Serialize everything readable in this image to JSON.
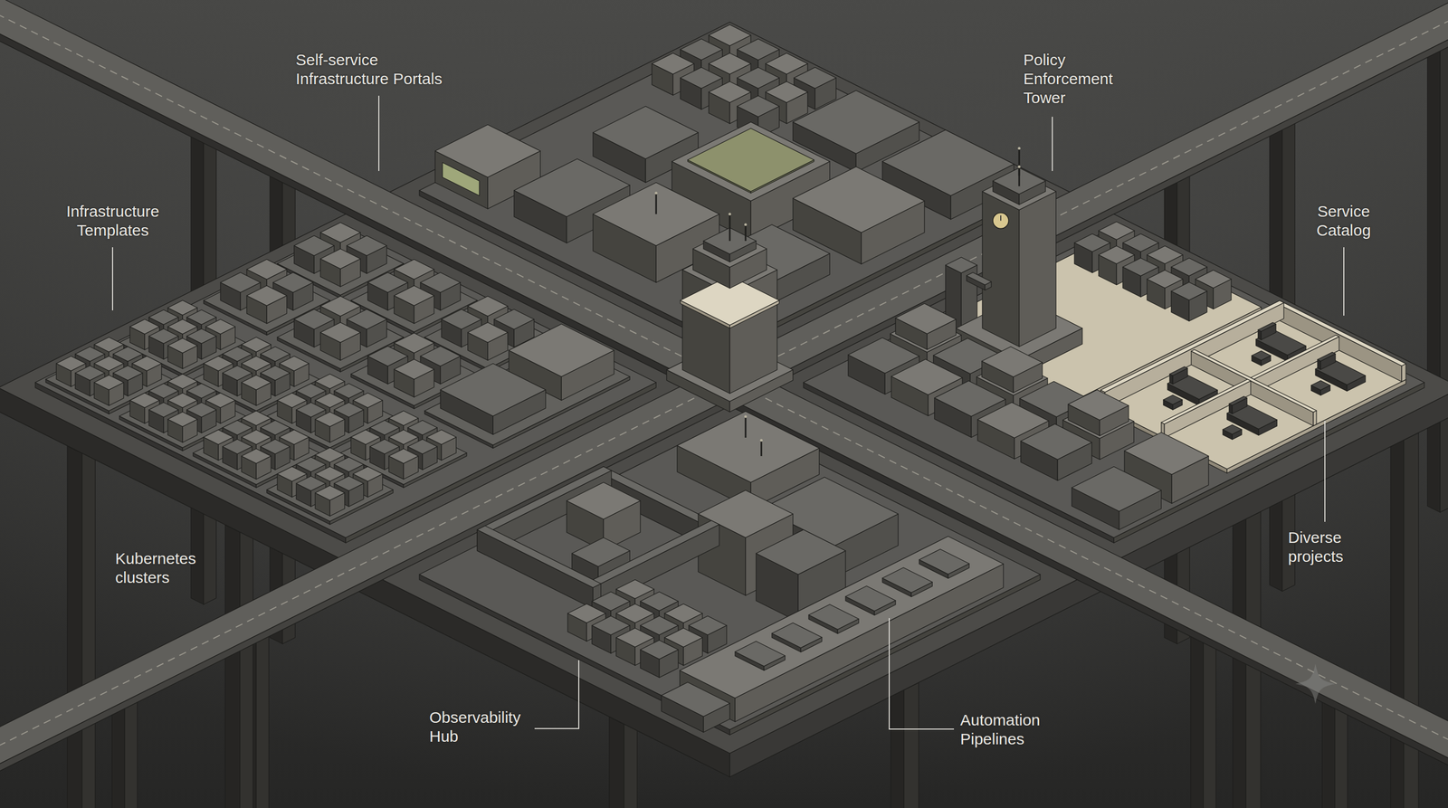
{
  "diagram": {
    "labels": [
      "Self-service Infrastructure Portals",
      "Policy Enforcement Tower",
      "Infrastructure Templates",
      "Service Catalog",
      "Diverse projects",
      "Kubernetes clusters",
      "Observability Hub",
      "Automation Pipelines"
    ]
  }
}
